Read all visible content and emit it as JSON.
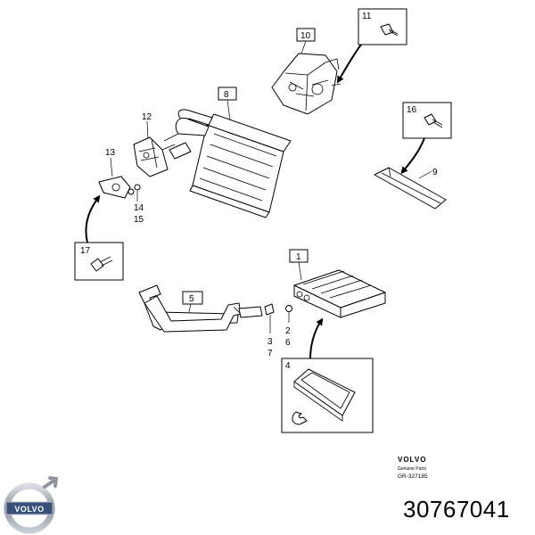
{
  "callouts": {
    "c1": "1",
    "c2": "2",
    "c3": "3",
    "c4": "4",
    "c5": "5",
    "c6": "6",
    "c7": "7",
    "c8": "8",
    "c9": "9",
    "c10": "10",
    "c11": "11",
    "c12": "12",
    "c13": "13",
    "c14": "14",
    "c15": "15",
    "c16": "16",
    "c17": "17"
  },
  "stamp": {
    "brand": "VOLVO",
    "line1": "Genuine Parts",
    "ref": "GR-327185"
  },
  "logo": {
    "text": "VOLVO"
  },
  "part_number": "30767041",
  "colors": {
    "ink": "#000000",
    "logo_blue": "#3a4f7a",
    "logo_steel": "#9aa0a8"
  }
}
